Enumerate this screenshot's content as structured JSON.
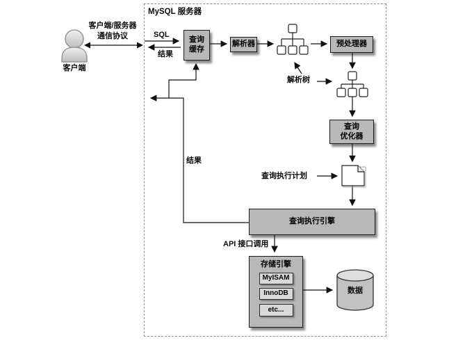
{
  "diagram": {
    "server_title": "MySQL 服务器",
    "client": {
      "label": "客户端",
      "protocol_line1": "客户端/服务器",
      "protocol_line2": "通信协议"
    },
    "labels": {
      "sql": "SQL",
      "result_top": "结果",
      "result_feedback": "结果",
      "parse_tree": "解析树",
      "query_plan": "查询执行计划",
      "api_call": "API 接口调用"
    },
    "nodes": {
      "query_cache_line1": "查询",
      "query_cache_line2": "缓存",
      "parser": "解析器",
      "preprocessor": "预处理器",
      "optimizer_line1": "查询",
      "optimizer_line2": "优化器",
      "execution_engine": "查询执行引擎",
      "storage_engine": "存储引擎",
      "engine_list": [
        "MyISAM",
        "InnoDB",
        "etc..."
      ],
      "data_store": "数据"
    },
    "colors": {
      "node_fill": "#b8b8b8",
      "inner_node_fill": "#d9d9d9",
      "node_border": "#1a1a1a",
      "dashed_border": "#8f8f8f",
      "line": "#111111",
      "background": "#ffffff"
    }
  }
}
